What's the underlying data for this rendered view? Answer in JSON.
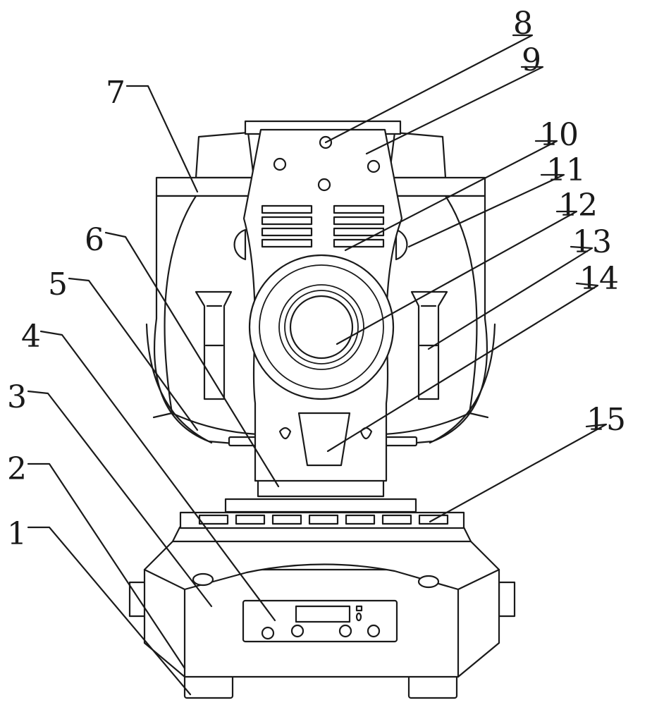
{
  "labels": [
    {
      "id": "1",
      "text": "1"
    },
    {
      "id": "2",
      "text": "2"
    },
    {
      "id": "3",
      "text": "3"
    },
    {
      "id": "4",
      "text": "4"
    },
    {
      "id": "5",
      "text": "5"
    },
    {
      "id": "6",
      "text": "6"
    },
    {
      "id": "7",
      "text": "7"
    },
    {
      "id": "8",
      "text": "8"
    },
    {
      "id": "9",
      "text": "9"
    },
    {
      "id": "10",
      "text": "10"
    },
    {
      "id": "11",
      "text": "11"
    },
    {
      "id": "12",
      "text": "12"
    },
    {
      "id": "13",
      "text": "13"
    },
    {
      "id": "14",
      "text": "14"
    },
    {
      "id": "15",
      "text": "15"
    }
  ]
}
